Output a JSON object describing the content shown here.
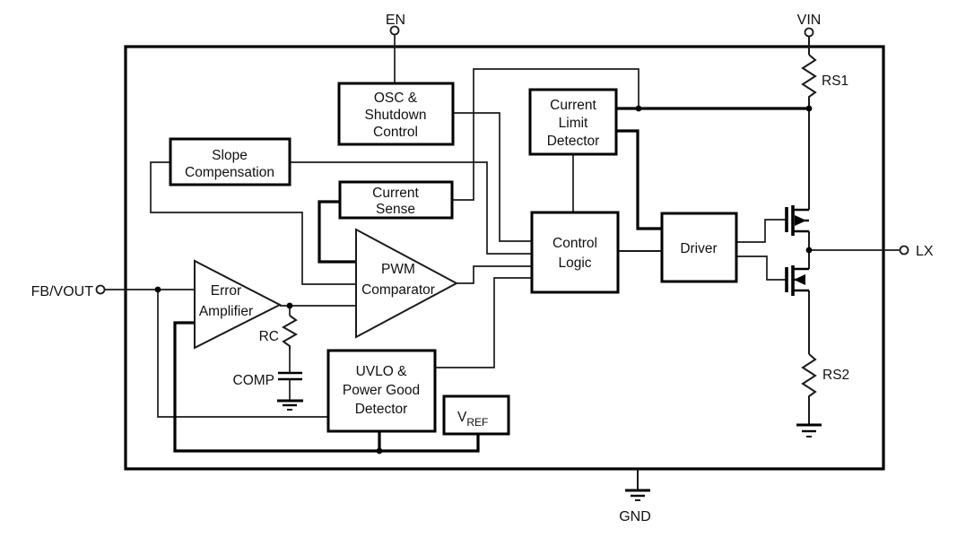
{
  "pins": {
    "en": "EN",
    "vin": "VIN",
    "fb": "FB/VOUT",
    "lx": "LX",
    "gnd": "GND"
  },
  "labels": {
    "rs1": "RS1",
    "rs2": "RS2",
    "rc": "RC",
    "comp": "COMP",
    "vref_main": "V",
    "vref_sub": "REF"
  },
  "blocks": {
    "osc": {
      "lines": [
        "OSC &",
        "Shutdown",
        "Control"
      ]
    },
    "slope": {
      "lines": [
        "Slope",
        "Compensation"
      ]
    },
    "current_sense": {
      "lines": [
        "Current",
        "Sense"
      ]
    },
    "current_limit": {
      "lines": [
        "Current",
        "Limit",
        "Detector"
      ]
    },
    "control_logic": {
      "lines": [
        "Control",
        "Logic"
      ]
    },
    "driver": {
      "lines": [
        "Driver"
      ]
    },
    "pwm_comparator": {
      "lines": [
        "PWM",
        "Comparator"
      ]
    },
    "error_amplifier": {
      "lines": [
        "Error",
        "Amplifier"
      ]
    },
    "uvlo": {
      "lines": [
        "UVLO &",
        "Power Good",
        "Detector"
      ]
    }
  },
  "colors": {
    "line": "#000000",
    "background": "#ffffff"
  }
}
